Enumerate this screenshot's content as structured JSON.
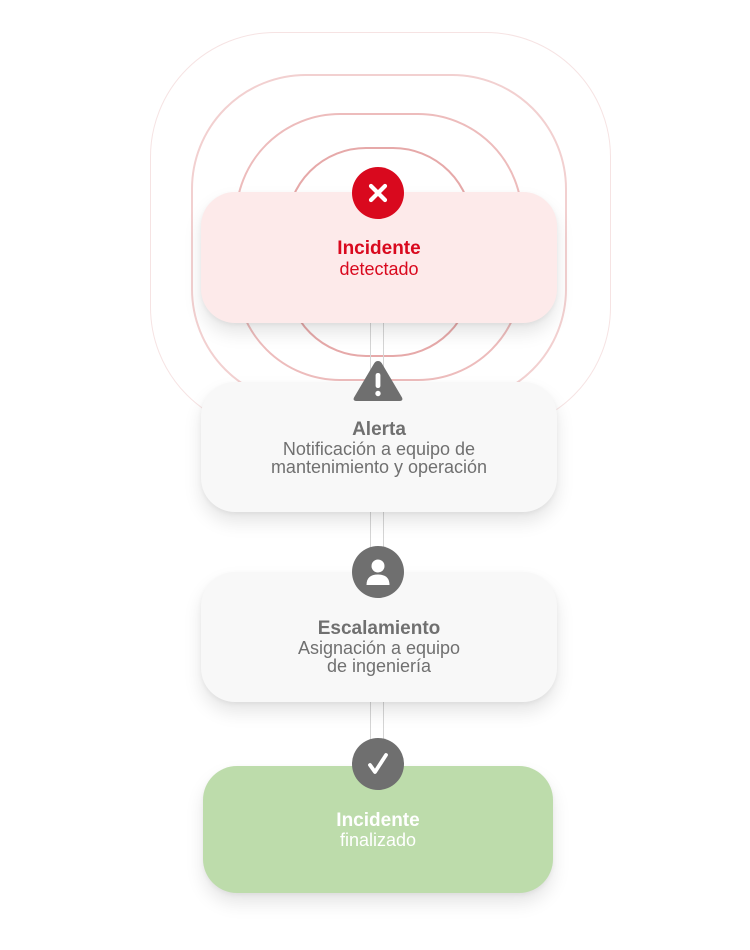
{
  "colors": {
    "incident_red": "#d9091e",
    "neutral_gray": "#707070",
    "success_green": "#bddcab",
    "detected_bg": "#fdeaea",
    "card_bg": "#f8f8f8"
  },
  "steps": [
    {
      "title": "Incidente",
      "lines": [
        "detectado"
      ],
      "icon": "x-icon"
    },
    {
      "title": "Alerta",
      "lines": [
        "Notificación a equipo de",
        "mantenimiento y operación"
      ],
      "icon": "warning-icon"
    },
    {
      "title": "Escalamiento",
      "lines": [
        "Asignación a equipo",
        "de ingeniería"
      ],
      "icon": "user-icon"
    },
    {
      "title": "Incidente",
      "lines": [
        "finalizado"
      ],
      "icon": "check-icon"
    }
  ]
}
